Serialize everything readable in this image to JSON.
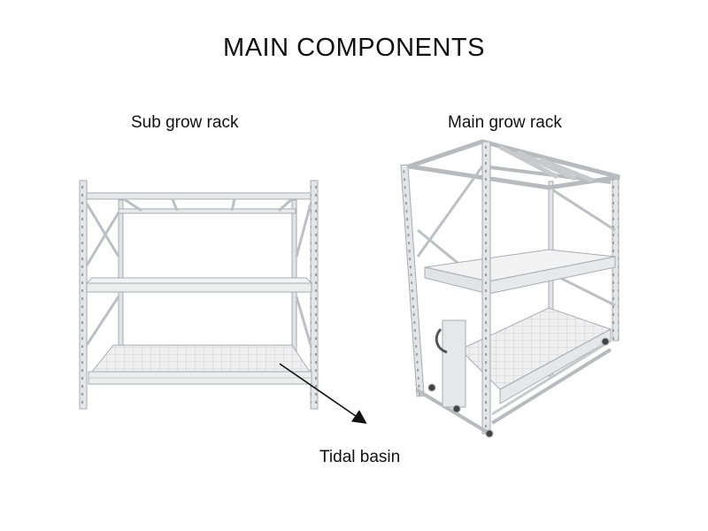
{
  "title": "MAIN COMPONENTS",
  "labels": {
    "sub_rack": "Sub grow rack",
    "main_rack": "Main grow rack",
    "tidal_basin": "Tidal basin"
  },
  "colors": {
    "frame": "#d9dadc",
    "frame_edge": "#a8abb0",
    "shelf": "#eceded",
    "text": "#111111",
    "arrow": "#111111"
  }
}
